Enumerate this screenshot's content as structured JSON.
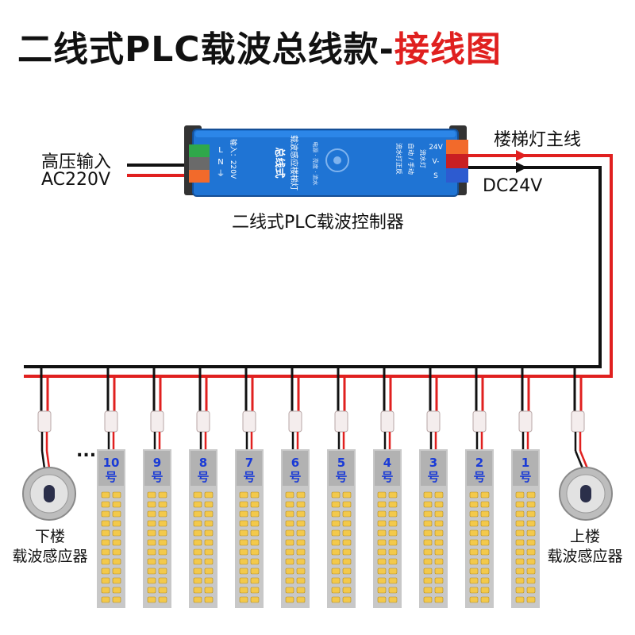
{
  "title": {
    "main": "二线式PLC载波总线款-",
    "accent": "接线图"
  },
  "labels": {
    "input_line1": "高压输入",
    "input_line2": "AC220V",
    "main_line": "楼梯灯主线",
    "dc_output": "DC24V",
    "controller_name": "二线式PLC载波控制器",
    "down_sensor_line1": "下楼",
    "down_sensor_line2": "载波感应器",
    "up_sensor_line1": "上楼",
    "up_sensor_line2": "载波感应器",
    "ellipsis": "..."
  },
  "controller": {
    "title_line1": "总线式",
    "title_line2": "载波感应楼梯灯",
    "input_plate": "输入：220V",
    "left_terminals": [
      "L",
      "N",
      "⏚"
    ],
    "right_terminals": [
      "24V",
      "V-",
      "S"
    ],
    "side_text_left": "流水打正反",
    "side_text_mid": "自动 / 手动",
    "side_text_right": "流水灯",
    "mode_text": "电源 · 亮度 · 流水"
  },
  "strips": [
    {
      "number": "10",
      "unit": "号"
    },
    {
      "number": "9",
      "unit": "号"
    },
    {
      "number": "8",
      "unit": "号"
    },
    {
      "number": "7",
      "unit": "号"
    },
    {
      "number": "6",
      "unit": "号"
    },
    {
      "number": "5",
      "unit": "号"
    },
    {
      "number": "4",
      "unit": "号"
    },
    {
      "number": "3",
      "unit": "号"
    },
    {
      "number": "2",
      "unit": "号"
    },
    {
      "number": "1",
      "unit": "号"
    }
  ],
  "colors": {
    "wire_black": "#111111",
    "wire_red": "#e0201f",
    "controller_blue": "#1f74d4",
    "terminal_green": "#2fa84a",
    "terminal_orange": "#f26a2b",
    "terminal_red": "#e0201f",
    "terminal_blue": "#2d5bd0",
    "number_blue": "#1a3bd6",
    "strip_grey": "#c8c8c8",
    "led_yellow": "#f3c94b"
  }
}
